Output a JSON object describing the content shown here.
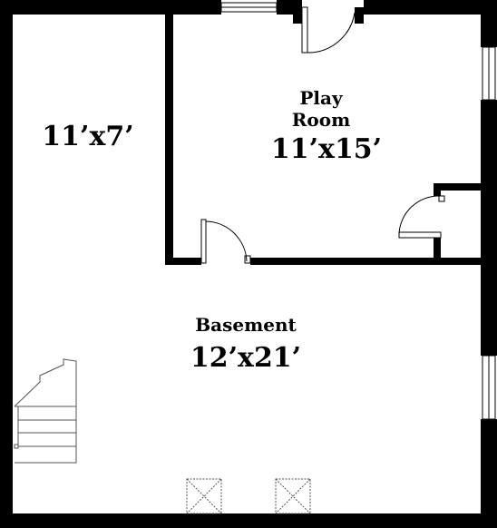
{
  "floor_plan": {
    "rooms": [
      {
        "id": "left-room",
        "name_lines": [],
        "dimensions": "11’x7’"
      },
      {
        "id": "play-room",
        "name_lines": [
          "Play",
          "Room"
        ],
        "dimensions": "11’x15’"
      },
      {
        "id": "basement",
        "name_lines": [
          "Basement"
        ],
        "dimensions": "12’x21’"
      }
    ],
    "colors": {
      "wall": "#000000",
      "fixture": "#555555",
      "background": "#ffffff"
    }
  }
}
